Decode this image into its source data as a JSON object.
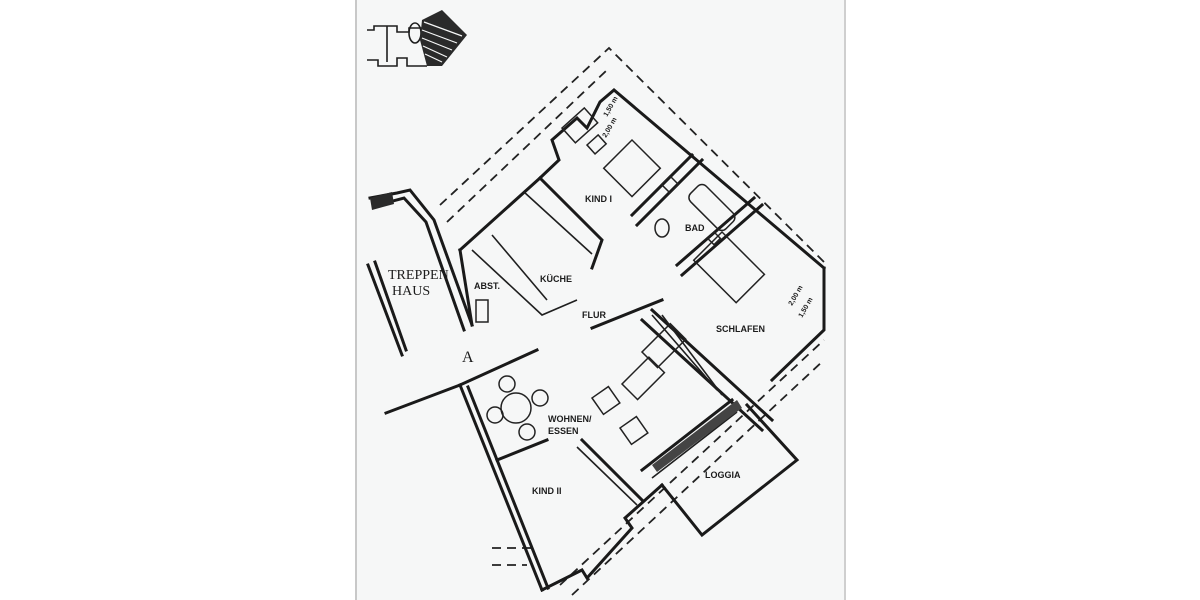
{
  "document": {
    "type": "scanned floor plan",
    "colors": {
      "background": "#ffffff",
      "paper": "#f6f7f7",
      "ink": "#1a1a1a",
      "page_border": "#c8c8c8"
    }
  },
  "site_plan_icon": {
    "name": "site-location-thumbnail"
  },
  "rooms": {
    "treppenhaus_line1": "TREPPEN",
    "treppenhaus_line2": "HAUS",
    "abstellraum": "ABST.",
    "kueche": "KÜCHE",
    "kind1": "KIND I",
    "bad": "BAD",
    "flur": "FLUR",
    "schlafen": "SCHLAFEN",
    "wohnen_line1": "WOHNEN/",
    "wohnen_line2": "ESSEN",
    "kind2": "KIND II",
    "loggia": "LOGGIA"
  },
  "dimensions": {
    "kind1_top": "1,50 m",
    "kind1_bottom": "2,00 m",
    "schlafen_top": "2,00 m",
    "schlafen_bottom": "1,50 m"
  },
  "entrance_marker": "A"
}
